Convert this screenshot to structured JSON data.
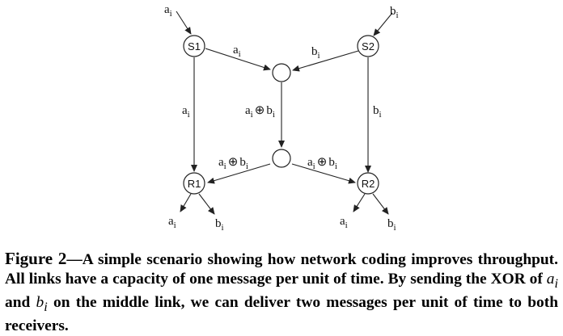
{
  "diagram": {
    "nodes": {
      "s1": "S1",
      "s2": "S2",
      "r1": "R1",
      "r2": "R2"
    },
    "sym_a": "a",
    "sym_b": "b",
    "sub_i": "i",
    "xor": "⊕"
  },
  "caption": {
    "label": "Figure 2",
    "dash": "—",
    "part1": "A simple scenario showing how network coding improves throughput. All links have a capacity of one message per unit of time. By sending the XOR of ",
    "var_a": "a",
    "var_b": "b",
    "sub_i": "i",
    "and": " and ",
    "part2": " on the middle link, we can deliver two messages per unit of time to both receivers."
  }
}
